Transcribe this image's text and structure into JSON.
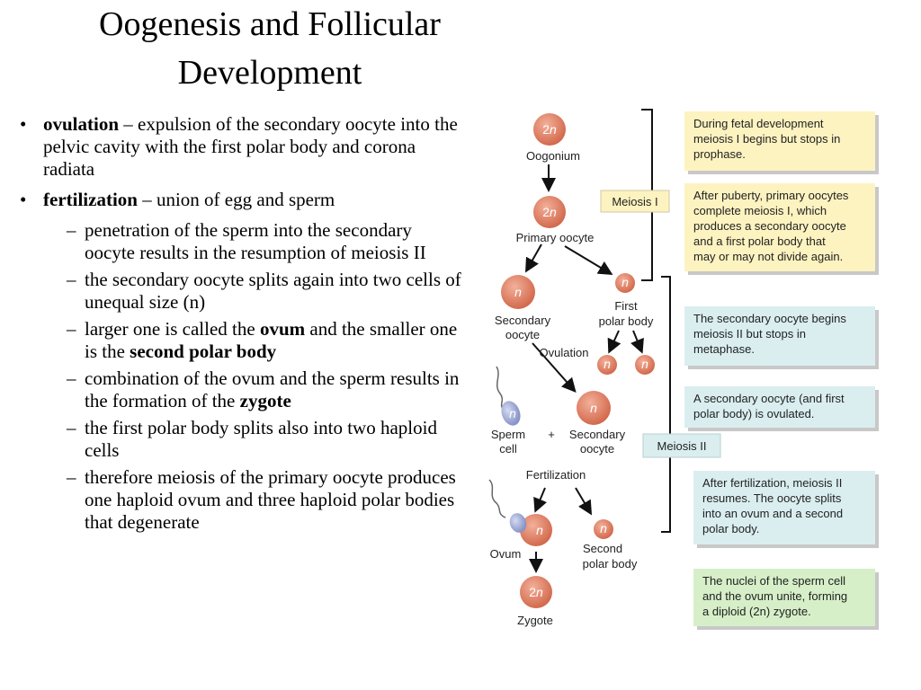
{
  "title": {
    "line1": "Oogenesis and Follicular",
    "line2": "Development"
  },
  "bullets": [
    {
      "marker": "•",
      "term": "ovulation",
      "rest": " – expulsion of the secondary oocyte into the pelvic cavity with the first polar body and corona radiata"
    },
    {
      "marker": "•",
      "term": "fertilization",
      "rest": " – union of egg and sperm"
    }
  ],
  "subbullets": [
    {
      "marker": "–",
      "parts": [
        {
          "t": "penetration of the sperm into the secondary oocyte results in the resumption of meiosis II",
          "b": false
        }
      ]
    },
    {
      "marker": "–",
      "parts": [
        {
          "t": "the secondary oocyte splits again into two cells of unequal size (n)",
          "b": false
        }
      ]
    },
    {
      "marker": "–",
      "parts": [
        {
          "t": "larger one is called the ",
          "b": false
        },
        {
          "t": "ovum",
          "b": true
        },
        {
          "t": " and the smaller one is the ",
          "b": false
        },
        {
          "t": "second polar body",
          "b": true
        }
      ]
    },
    {
      "marker": "–",
      "parts": [
        {
          "t": "combination of the ovum and the sperm results in the formation of the ",
          "b": false
        },
        {
          "t": "zygote",
          "b": true
        }
      ]
    },
    {
      "marker": "–",
      "parts": [
        {
          "t": "the first polar body splits also into two haploid cells",
          "b": false
        }
      ]
    },
    {
      "marker": "–",
      "parts": [
        {
          "t": "therefore meiosis of the primary oocyte produces one haploid ovum and three haploid polar bodies that degenerate",
          "b": false
        }
      ]
    }
  ],
  "diagram": {
    "labels": {
      "oogonium": "Oogonium",
      "primary_oocyte": "Primary oocyte",
      "secondary_oocyte": [
        "Secondary",
        "oocyte"
      ],
      "first_polar_body": [
        "First",
        "polar body"
      ],
      "ovulation": "Ovulation",
      "sperm_cell": [
        "Sperm",
        "cell"
      ],
      "plus": "+",
      "secondary_oocyte_2": [
        "Secondary",
        "oocyte"
      ],
      "fertilization": "Fertilization",
      "ovum": "Ovum",
      "second_polar_body": [
        "Second",
        "polar body"
      ],
      "zygote": "Zygote",
      "meiosis1": "Meiosis I",
      "meiosis2": "Meiosis II"
    },
    "cell_labels": {
      "diploid_n": "2",
      "diploid_suffix": "n",
      "haploid": "n"
    },
    "boxes": [
      {
        "lines": [
          "During fetal development",
          "meiosis I begins but stops in",
          "prophase."
        ],
        "color": "#fdf3c0"
      },
      {
        "lines": [
          "After puberty, primary oocytes",
          "complete meiosis I, which",
          "produces a secondary oocyte",
          "and a first polar body that",
          "may or may not divide again."
        ],
        "color": "#fdf3c0"
      },
      {
        "lines": [
          "The secondary oocyte begins",
          "meiosis II but stops in",
          "metaphase."
        ],
        "color": "#daeef0"
      },
      {
        "lines": [
          "A secondary oocyte (and first",
          "polar body) is ovulated."
        ],
        "color": "#daeef0"
      },
      {
        "lines": [
          "After fertilization, meiosis II",
          "resumes. The oocyte splits",
          "into an ovum and a second",
          "polar body."
        ],
        "color": "#daeef0"
      },
      {
        "lines": [
          "The nuclei of the sperm cell",
          "and the ovum unite, forming",
          "a diploid (2n) zygote."
        ],
        "color": "#d6efc8"
      }
    ],
    "colors": {
      "cell": "#e0876b",
      "cell_dark": "#c9664a",
      "sperm": "#9aa6d6",
      "meiosis_tag": "#daeef0",
      "meiosis1_tag": "#fdf3c0"
    }
  }
}
